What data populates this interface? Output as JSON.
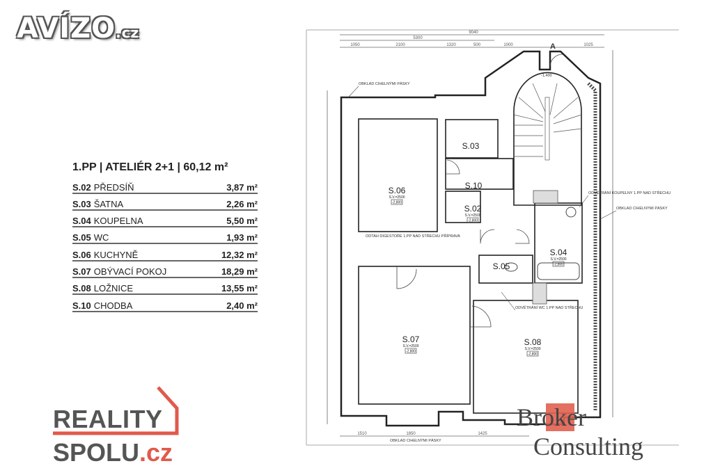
{
  "logos": {
    "avizo": {
      "main": "AVÍZO",
      "suffix": ".cz"
    },
    "reality_spolu": {
      "line1": "REALITY",
      "line2": "SPOLU",
      "suffix": ".cz",
      "accent": "#e05a4b"
    },
    "broker_consulting": {
      "line1": "Broker",
      "line2": "Consulting",
      "accent": "#e06050"
    }
  },
  "legend": {
    "title": "1.PP | ATELIÉR 2+1 | 60,12 m²",
    "rooms": [
      {
        "code": "S.02",
        "name": "PŘEDSÍŇ",
        "area": "3,87 m²"
      },
      {
        "code": "S.03",
        "name": "ŠATNA",
        "area": "2,26 m²"
      },
      {
        "code": "S.04",
        "name": "KOUPELNA",
        "area": "5,50 m²"
      },
      {
        "code": "S.05",
        "name": "WC",
        "area": "1,93 m²"
      },
      {
        "code": "S.06",
        "name": "KUCHYNĚ",
        "area": "12,32 m²"
      },
      {
        "code": "S.07",
        "name": "OBÝVACÍ POKOJ",
        "area": "18,29 m²"
      },
      {
        "code": "S.08",
        "name": "LOŽNICE",
        "area": "13,55 m²"
      },
      {
        "code": "S.10",
        "name": "CHODBA",
        "area": "2,40 m²"
      }
    ]
  },
  "plan": {
    "rooms": [
      {
        "label": "S.06",
        "height": "S.V.=2500",
        "level": "-2,800"
      },
      {
        "label": "S.03"
      },
      {
        "label": "S.10"
      },
      {
        "label": "S.02",
        "height": "S.V.=2500",
        "level": "-2,800"
      },
      {
        "label": "S.05"
      },
      {
        "label": "S.04",
        "height": "S.V.=2500",
        "level": "-2,800"
      },
      {
        "label": "S.07",
        "height": "S.V.=2500",
        "level": "-2,800"
      },
      {
        "label": "S.08",
        "height": "S.V.=2500",
        "level": "-2,800"
      }
    ],
    "notes": {
      "cladding": "OBKLAD CIHELNÝMI PÁSKY",
      "bath_vent": "ODVĚTRÁNÍ KOUPELNY 1.PP NAD STŘECHU",
      "wc_vent": "ODVĚTRÁNÍ WC 1.PP NAD STŘECHU",
      "hood": "ODTAH DIGESTOŘE 1.PP NAD STŘECHU PŘÍPRAVA",
      "entry_level": "-1,400",
      "section": "A"
    },
    "dimensions": {
      "total_width": "9040",
      "top_left": "5300",
      "d1": "1050",
      "d2": "2100",
      "d3": "1320",
      "d4": "500",
      "d5": "1000",
      "d6": "1025",
      "bottom": "1510",
      "bottom2": "1850",
      "bottom3": "1425"
    }
  }
}
